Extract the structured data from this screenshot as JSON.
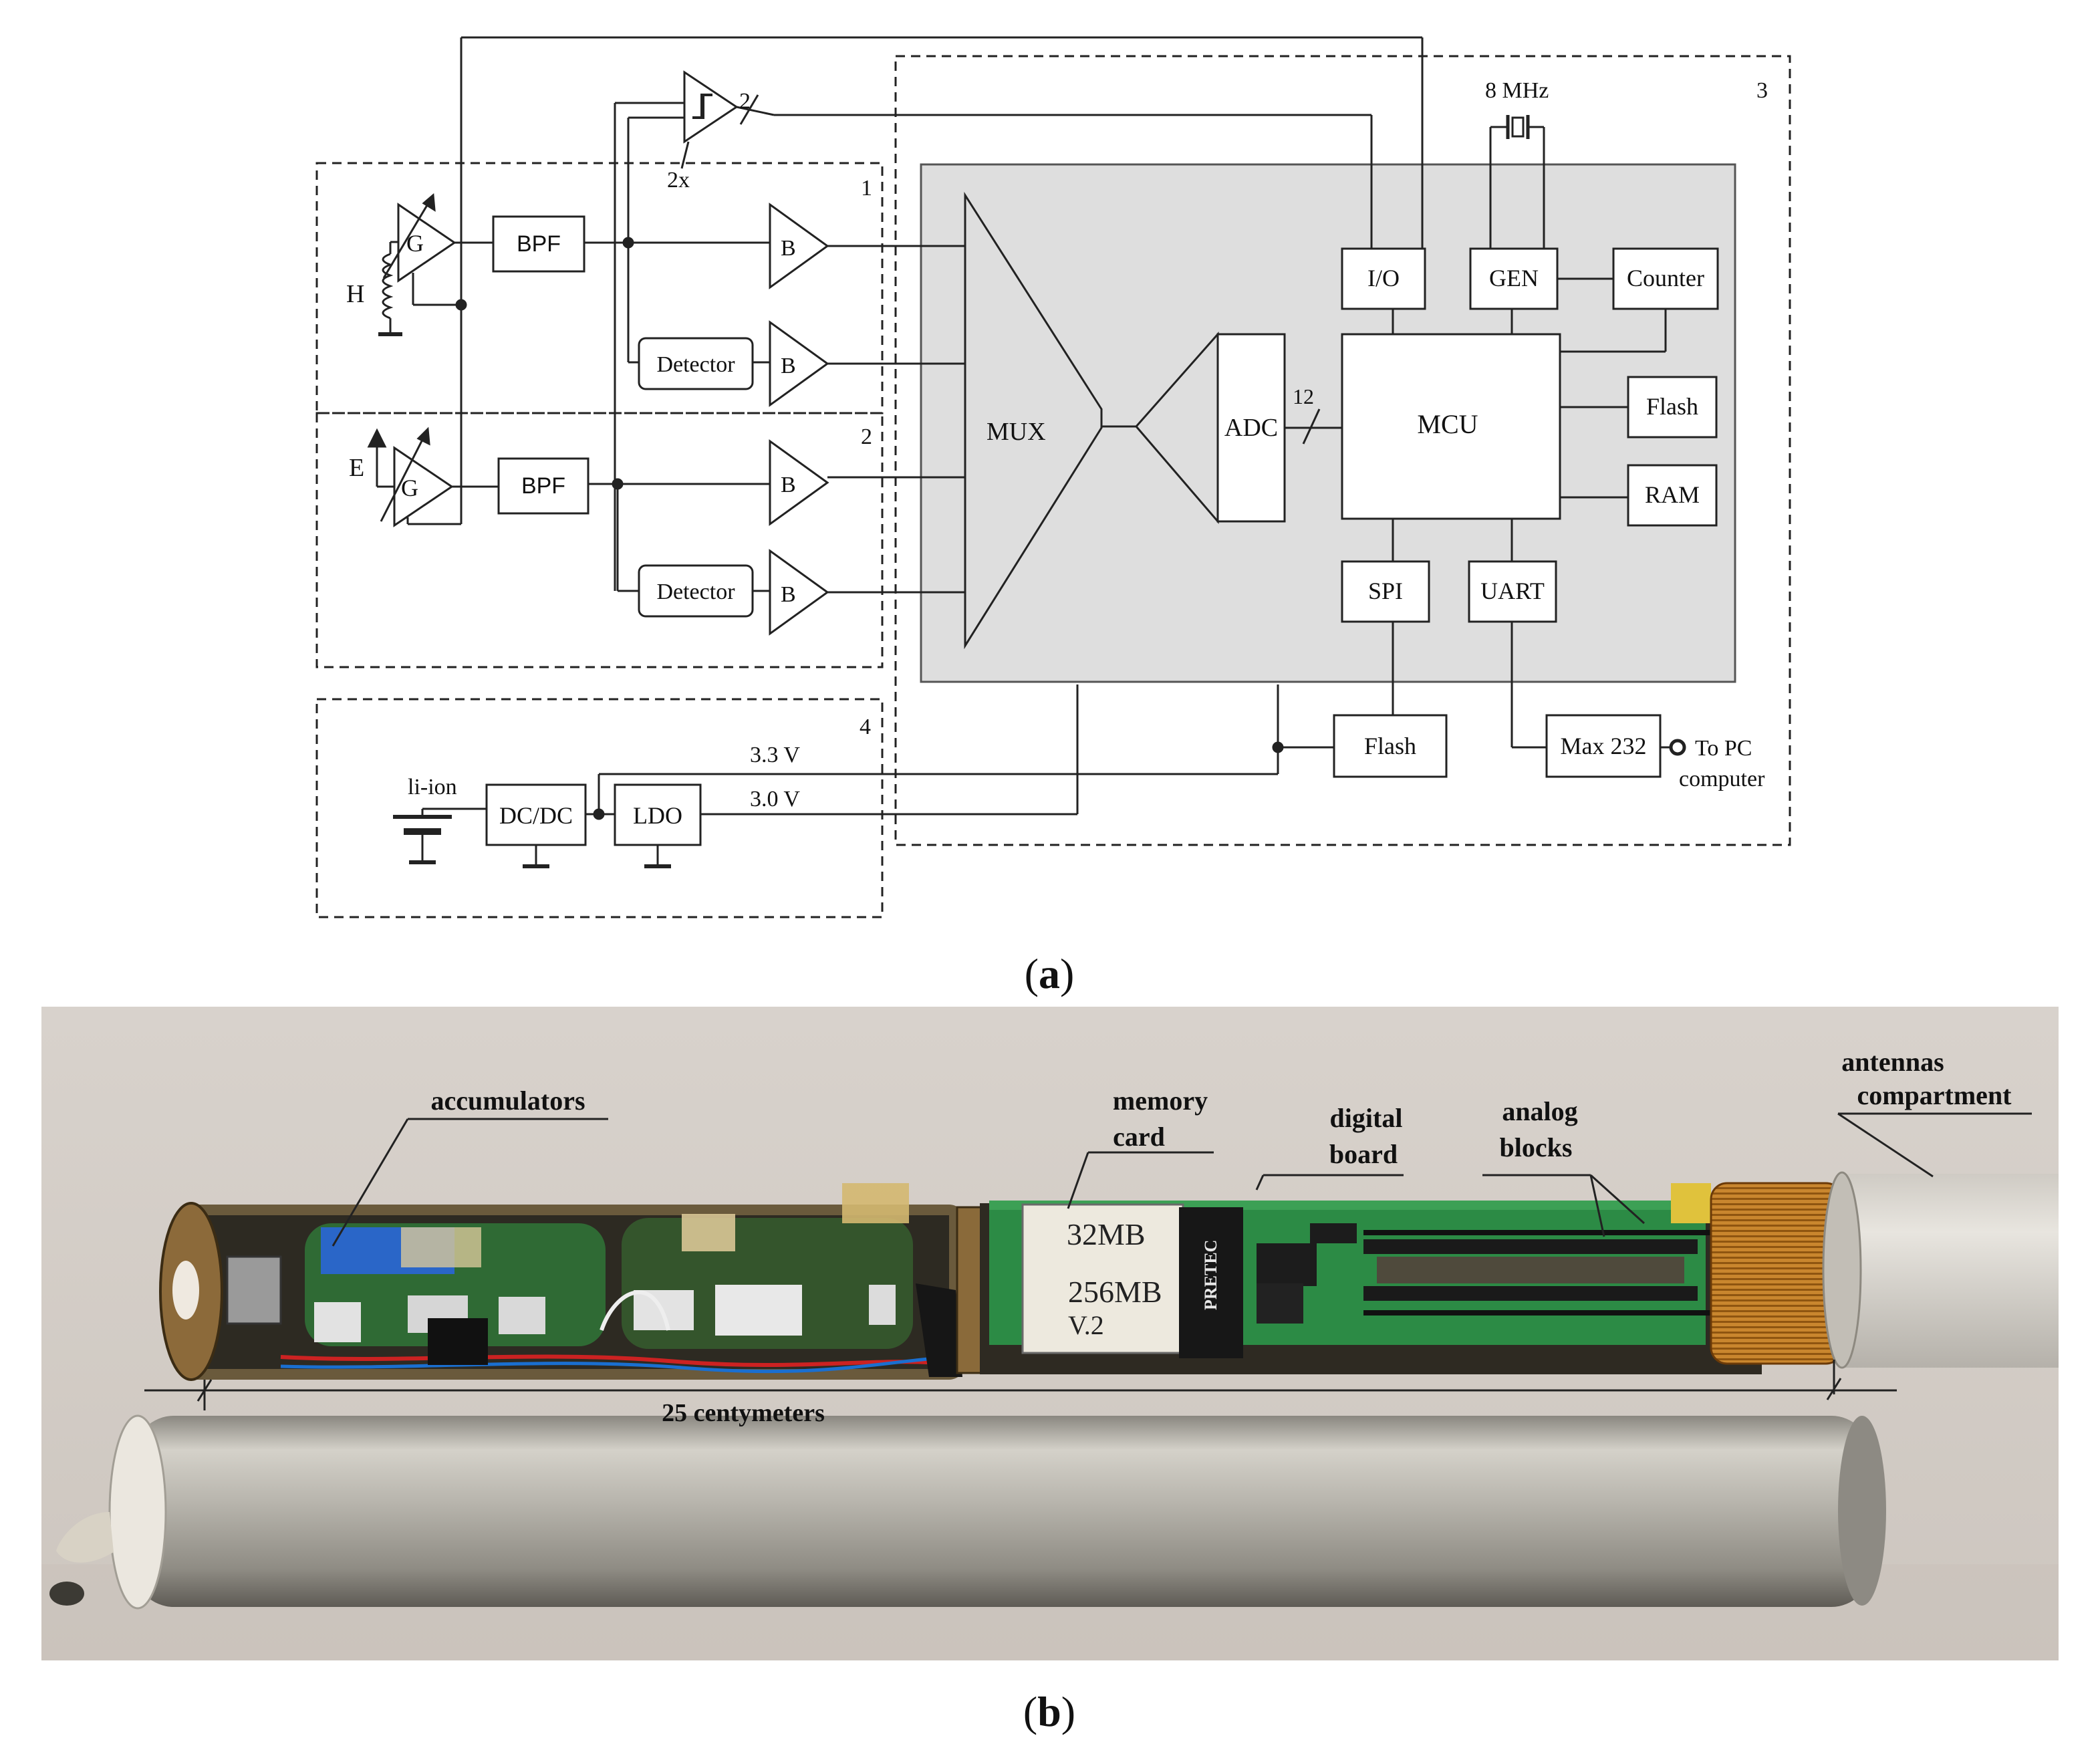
{
  "panel_a": {
    "caption_open": "(",
    "caption_letter": "a",
    "caption_close": ")",
    "block_numbers": [
      "1",
      "2",
      "3",
      "4"
    ],
    "labels": {
      "h_antenna": "H",
      "e_antenna": "E",
      "gain": "G",
      "bpf": "BPF",
      "buffer": "B",
      "detector": "Detector",
      "comparator_multiplier": "2x",
      "bus_2": "2",
      "mux": "MUX",
      "adc": "ADC",
      "bus_12": "12",
      "mcu": "MCU",
      "io": "I/O",
      "gen": "GEN",
      "counter": "Counter",
      "crystal": "8 MHz",
      "flash": "Flash",
      "ram": "RAM",
      "spi": "SPI",
      "uart": "UART",
      "max232": "Max 232",
      "to_pc_1": "To PC",
      "to_pc_2": "computer",
      "battery": "li-ion",
      "dcdc": "DC/DC",
      "ldo": "LDO",
      "v33": "3.3 V",
      "v30": "3.0 V"
    }
  },
  "panel_b": {
    "caption_open": "(",
    "caption_letter": "b",
    "caption_close": ")",
    "annotations": {
      "accumulators": "accumulators",
      "memory_card_1": "memory",
      "memory_card_2": "card",
      "digital_board_1": "digital",
      "digital_board_2": "board",
      "analog_blocks_1": "analog",
      "analog_blocks_2": "blocks",
      "antennas_compartment_1": "antennas",
      "antennas_compartment_2": "compartment",
      "length": "25 centymeters"
    },
    "card_text": {
      "line1": "32MB",
      "line2": "256MB",
      "line3": "V.2",
      "brand": "PRETEC"
    }
  }
}
